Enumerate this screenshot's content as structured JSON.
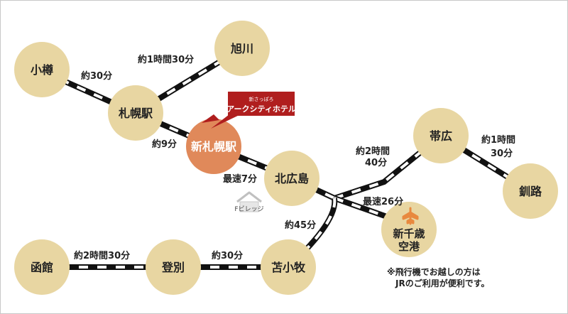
{
  "colors": {
    "station": "#e8d6a2",
    "highlight": "#e0895a",
    "hotel_sign": "#b01e1e",
    "airport_icon": "#e8893f",
    "rail_dark": "#111111",
    "rail_light": "#ffffff"
  },
  "stations": {
    "otaru": "小樽",
    "asahikawa": "旭川",
    "sapporo": "札幌駅",
    "shin_sapporo": "新札幌駅",
    "kita_hiroshima": "北広島",
    "obihiro": "帯広",
    "kushiro": "釧路",
    "shin_chitose_line1": "新千歳",
    "shin_chitose_line2": "空港",
    "hakodate": "函館",
    "noboribetsu": "登別",
    "tomakomai": "苫小牧"
  },
  "times": {
    "otaru_sapporo": "約30分",
    "sapporo_asahikawa": "約1時間30分",
    "sapporo_shin_sapporo": "約9分",
    "shin_sapporo_kita_hiroshima": "最速7分",
    "kita_hiroshima_obihiro_line1": "約2時間",
    "kita_hiroshima_obihiro_line2": "40分",
    "obihiro_kushiro_line1": "約1時間",
    "obihiro_kushiro_line2": "30分",
    "to_airport": "最速26分",
    "to_tomakomai": "約45分",
    "hakodate_noboribetsu": "約2時間30分",
    "noboribetsu_tomakomai": "約30分"
  },
  "hotel": {
    "small": "新さっぽろ",
    "name": "アークシティホテル"
  },
  "fvillage": "Fビレッジ",
  "icons": {
    "airport": "airplane-icon",
    "fvillage": "house-icon"
  },
  "note": {
    "line1": "※飛行機でお越しの方は",
    "line2": "JRのご利用が便利です。"
  }
}
